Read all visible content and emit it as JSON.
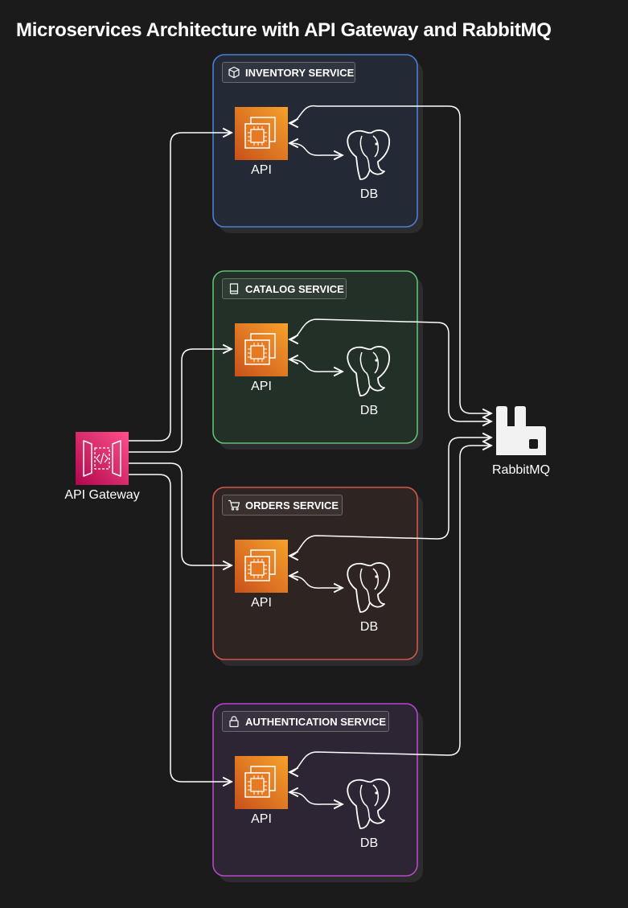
{
  "title": "Microservices Architecture with API Gateway and RabbitMQ",
  "gateway": {
    "label": "API Gateway",
    "icon": "api-gateway-icon",
    "color": "#e7157b"
  },
  "broker": {
    "label": "RabbitMQ",
    "icon": "rabbitmq-icon"
  },
  "services": [
    {
      "name": "INVENTORY SERVICE",
      "icon": "cube-icon",
      "border": "#4a7fd4",
      "fill": "#232a36",
      "api_label": "API",
      "db_label": "DB"
    },
    {
      "name": "CATALOG SERVICE",
      "icon": "book-icon",
      "border": "#5fc174",
      "fill": "#233028",
      "api_label": "API",
      "db_label": "DB"
    },
    {
      "name": "ORDERS SERVICE",
      "icon": "cart-icon",
      "border": "#d2574a",
      "fill": "#2e2523",
      "api_label": "API",
      "db_label": "DB"
    },
    {
      "name": "AUTHENTICATION SERVICE",
      "icon": "lock-icon",
      "border": "#b447c9",
      "fill": "#2d2534",
      "api_label": "API",
      "db_label": "DB"
    }
  ],
  "colors": {
    "api": "#f58a1f",
    "edge": "#ffffff",
    "background": "#1b1b1c"
  }
}
